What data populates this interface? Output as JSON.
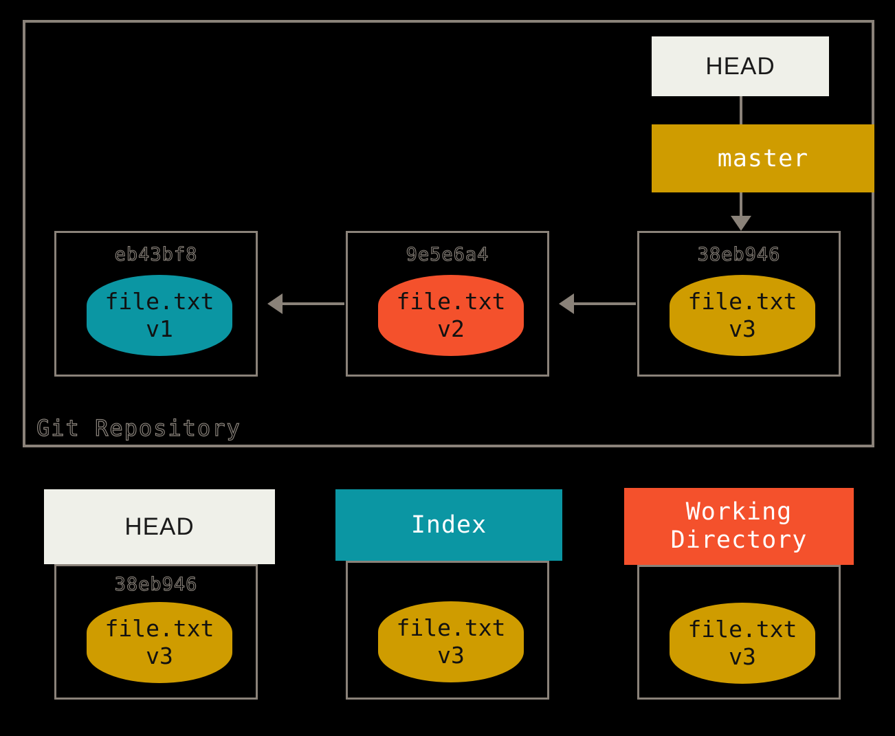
{
  "diagram": {
    "title": "Git Repository",
    "colors": {
      "background": "#000000",
      "border": "#8a8279",
      "head_box": "#eff0e9",
      "branch_gold": "#cf9c00",
      "index_teal": "#0b96a3",
      "working_red": "#f4512c"
    }
  },
  "repository": {
    "label": "Git Repository",
    "head": {
      "label": "HEAD"
    },
    "branch": {
      "label": "master"
    },
    "commits": [
      {
        "hash": "eb43bf8",
        "file": "file.txt",
        "version": "v1",
        "color": "teal"
      },
      {
        "hash": "9e5e6a4",
        "file": "file.txt",
        "version": "v2",
        "color": "red"
      },
      {
        "hash": "38eb946",
        "file": "file.txt",
        "version": "v3",
        "color": "gold"
      }
    ]
  },
  "areas": [
    {
      "header": "HEAD",
      "header_style": "head",
      "hash": "38eb946",
      "file": "file.txt",
      "version": "v3"
    },
    {
      "header": "Index",
      "header_style": "index",
      "hash": "",
      "file": "file.txt",
      "version": "v3"
    },
    {
      "header": "Working\nDirectory",
      "header_style": "working",
      "hash": "",
      "file": "file.txt",
      "version": "v3"
    }
  ]
}
